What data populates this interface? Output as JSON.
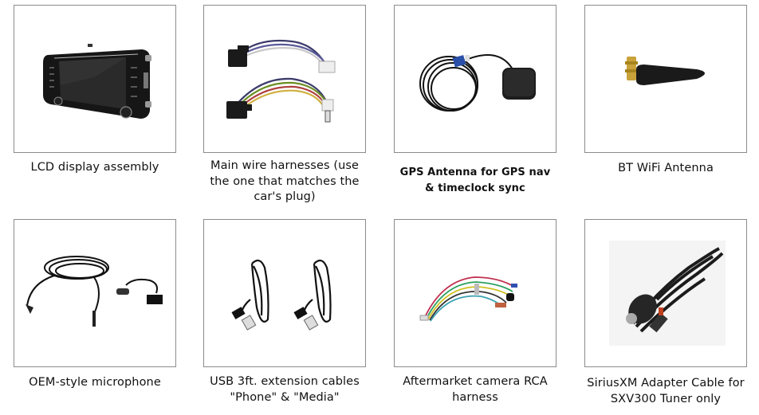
{
  "items": [
    {
      "id": "lcd-display-assembly",
      "caption": "LCD display assembly",
      "image": "lcd-head-unit"
    },
    {
      "id": "main-wire-harnesses",
      "caption_lines": [
        "Main wire harnesses (use",
        "the one that matches the",
        "car's plug)"
      ],
      "image": "wire-harnesses"
    },
    {
      "id": "gps-antenna",
      "caption_lines": [
        "GPS Antenna for GPS nav",
        "& timeclock sync"
      ],
      "image": "gps-antenna"
    },
    {
      "id": "bt-wifi-antenna",
      "caption": "BT WiFi Antenna",
      "image": "bt-wifi-antenna"
    },
    {
      "id": "oem-microphone",
      "caption": "OEM-style microphone",
      "image": "microphone-cable"
    },
    {
      "id": "usb-extension-cables",
      "caption_lines": [
        "USB 3ft. extension cables",
        "\"Phone\" & \"Media\""
      ],
      "image": "usb-cables"
    },
    {
      "id": "camera-rca-harness",
      "caption_lines": [
        "Aftermarket camera RCA",
        "harness"
      ],
      "image": "rca-harness"
    },
    {
      "id": "siriusxm-adapter",
      "caption_lines": [
        "SiriusXM Adapter Cable for",
        "SXV300 Tuner only"
      ],
      "image": "siriusxm-cable"
    }
  ],
  "colors": {
    "frame_border": "#8c8c8c",
    "text": "#111111",
    "background": "#ffffff"
  }
}
